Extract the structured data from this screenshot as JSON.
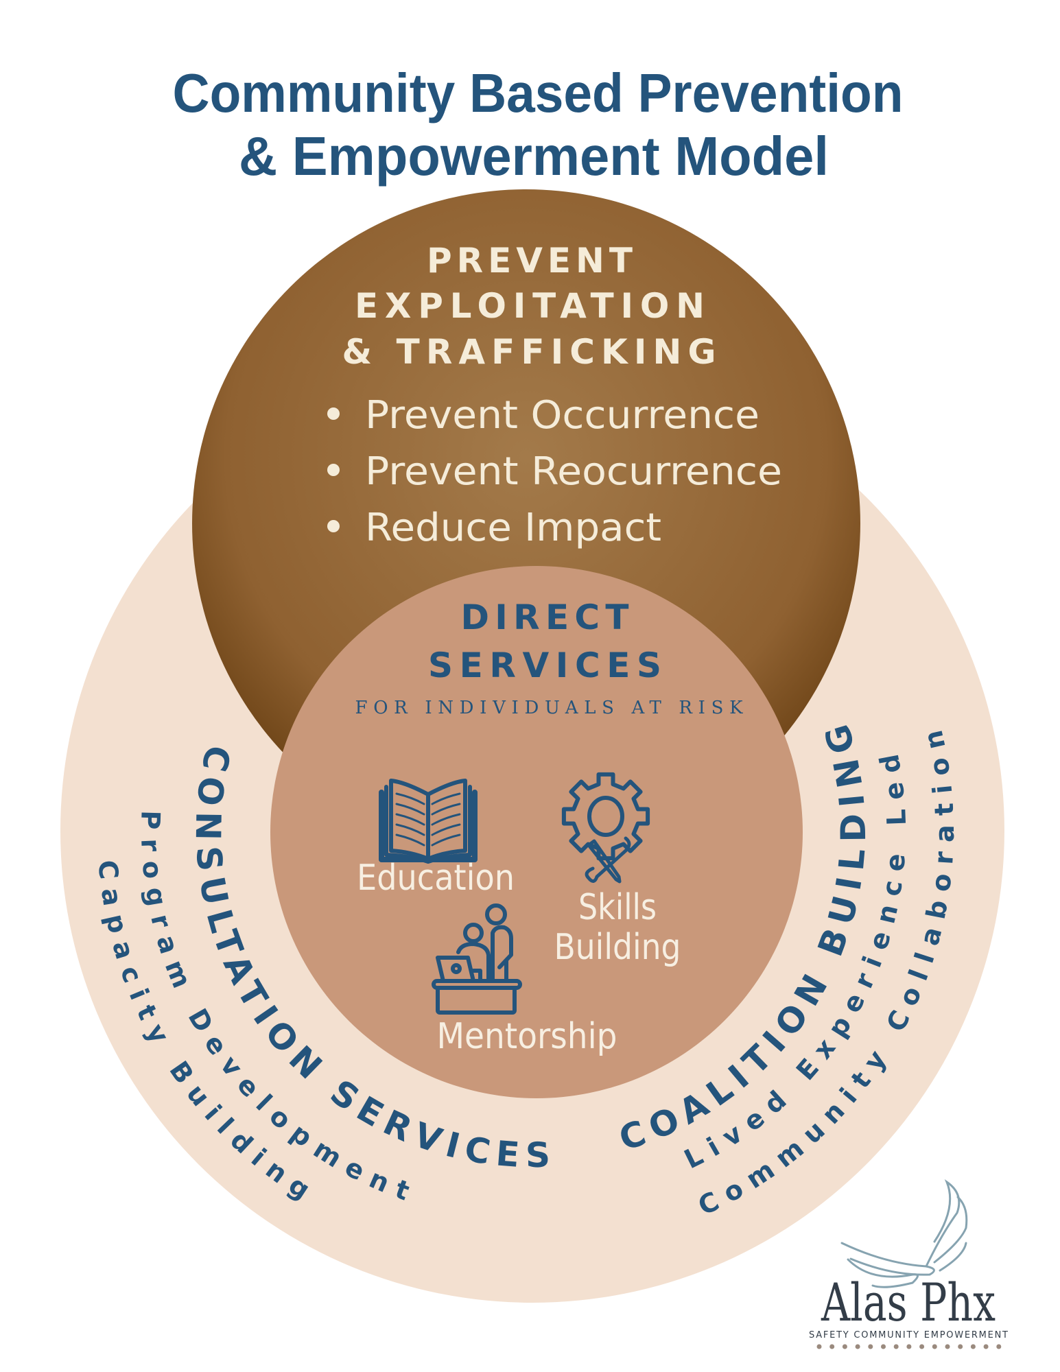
{
  "title": {
    "line1": "Community Based Prevention",
    "line2": "& Empowerment Model"
  },
  "prevent": {
    "heading": [
      "PREVENT",
      "EXPLOITATION",
      "& TRAFFICKING"
    ],
    "bullets": [
      "Prevent Occurrence",
      "Prevent Reocurrence",
      "Reduce Impact"
    ]
  },
  "direct": {
    "heading": [
      "DIRECT",
      "SERVICES"
    ],
    "subtitle": "FOR INDIVIDUALS AT RISK",
    "items": {
      "education": "Education",
      "skills": [
        "Skills",
        "Building"
      ],
      "mentorship": "Mentorship"
    },
    "icons": [
      "open-book-icon",
      "gear-tools-icon",
      "mentorship-icon"
    ]
  },
  "consultation": {
    "heading": "CONSULTATION SERVICES",
    "items": [
      "Program Development",
      "Capacity Building"
    ]
  },
  "coalition": {
    "heading": "COALITION BUILDING",
    "items": [
      "Lived Experience Led",
      "Community Collaboration"
    ]
  },
  "logo": {
    "name": "Alas Phx",
    "tagline": "SAFETY COMMUNITY EMPOWERMENT"
  },
  "colors": {
    "blue": "#24547c",
    "outer_circle": "#f3e0d0",
    "inner_circle": "#c9987a",
    "brown_light": "#a37a4a",
    "brown_dark": "#6b4215",
    "cream": "#f5ecd9"
  }
}
